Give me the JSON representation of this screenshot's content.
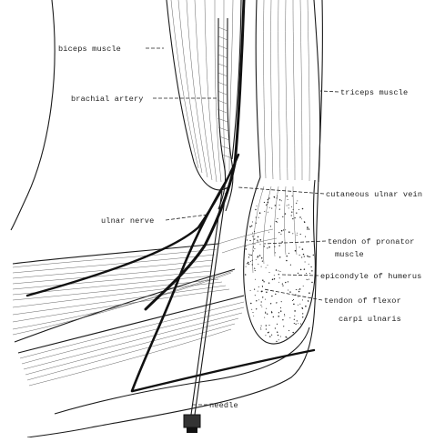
{
  "labels": {
    "biceps": "biceps muscle",
    "brachial_artery": "brachial artery",
    "triceps": "triceps muscle",
    "cutaneous_ulnar_vein": "cutaneous ulnar vein",
    "ulnar_nerve": "ulnar nerve",
    "tendon_pronator_1": "tendon of pronator",
    "tendon_pronator_2": "muscle",
    "epicondyle": "epicondyle of humerus",
    "tendon_flexor_1": "tendon of flexor",
    "tendon_flexor_2": "carpi ulnaris",
    "needle": "needle"
  }
}
